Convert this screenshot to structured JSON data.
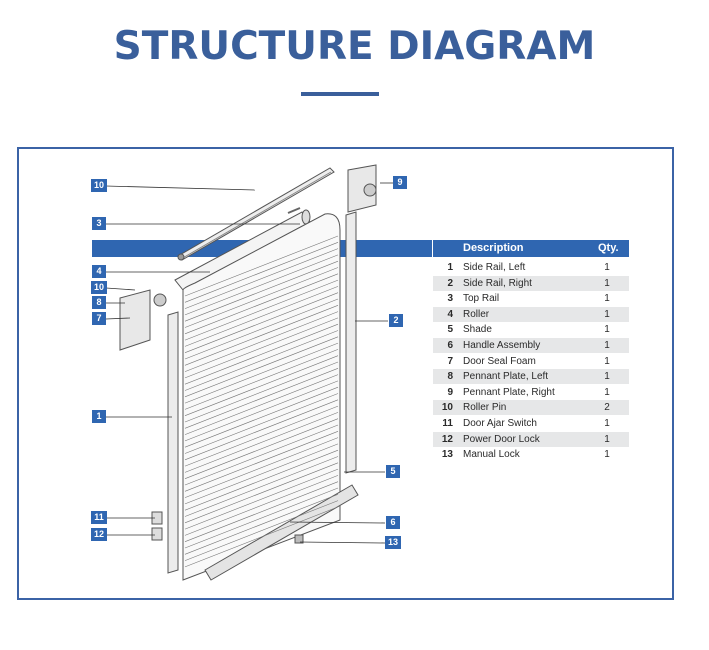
{
  "header": {
    "title": "STRUCTURE DIAGRAM"
  },
  "table": {
    "col_description": "Description",
    "col_qty": "Qty.",
    "rows": [
      {
        "num": "1",
        "desc": "Side Rail, Left",
        "qty": "1"
      },
      {
        "num": "2",
        "desc": "Side Rail, Right",
        "qty": "1"
      },
      {
        "num": "3",
        "desc": "Top Rail",
        "qty": "1"
      },
      {
        "num": "4",
        "desc": "Roller",
        "qty": "1"
      },
      {
        "num": "5",
        "desc": "Shade",
        "qty": "1"
      },
      {
        "num": "6",
        "desc": "Handle Assembly",
        "qty": "1"
      },
      {
        "num": "7",
        "desc": "Door Seal Foam",
        "qty": "1"
      },
      {
        "num": "8",
        "desc": "Pennant Plate, Left",
        "qty": "1"
      },
      {
        "num": "9",
        "desc": "Pennant Plate, Right",
        "qty": "1"
      },
      {
        "num": "10",
        "desc": "Roller Pin",
        "qty": "2"
      },
      {
        "num": "11",
        "desc": "Door Ajar Switch",
        "qty": "1"
      },
      {
        "num": "12",
        "desc": "Power Door Lock",
        "qty": "1"
      },
      {
        "num": "13",
        "desc": "Manual Lock",
        "qty": "1"
      }
    ]
  },
  "callouts": {
    "c1": "1",
    "c2": "2",
    "c3": "3",
    "c4": "4",
    "c5": "5",
    "c6": "6",
    "c7": "7",
    "c8": "8",
    "c9": "9",
    "c10a": "10",
    "c10b": "10",
    "c11": "11",
    "c12": "12",
    "c13": "13"
  },
  "colors": {
    "accent": "#3a5f9b",
    "label_bg": "#2f66b1",
    "row_shade": "#e6e7e8"
  }
}
